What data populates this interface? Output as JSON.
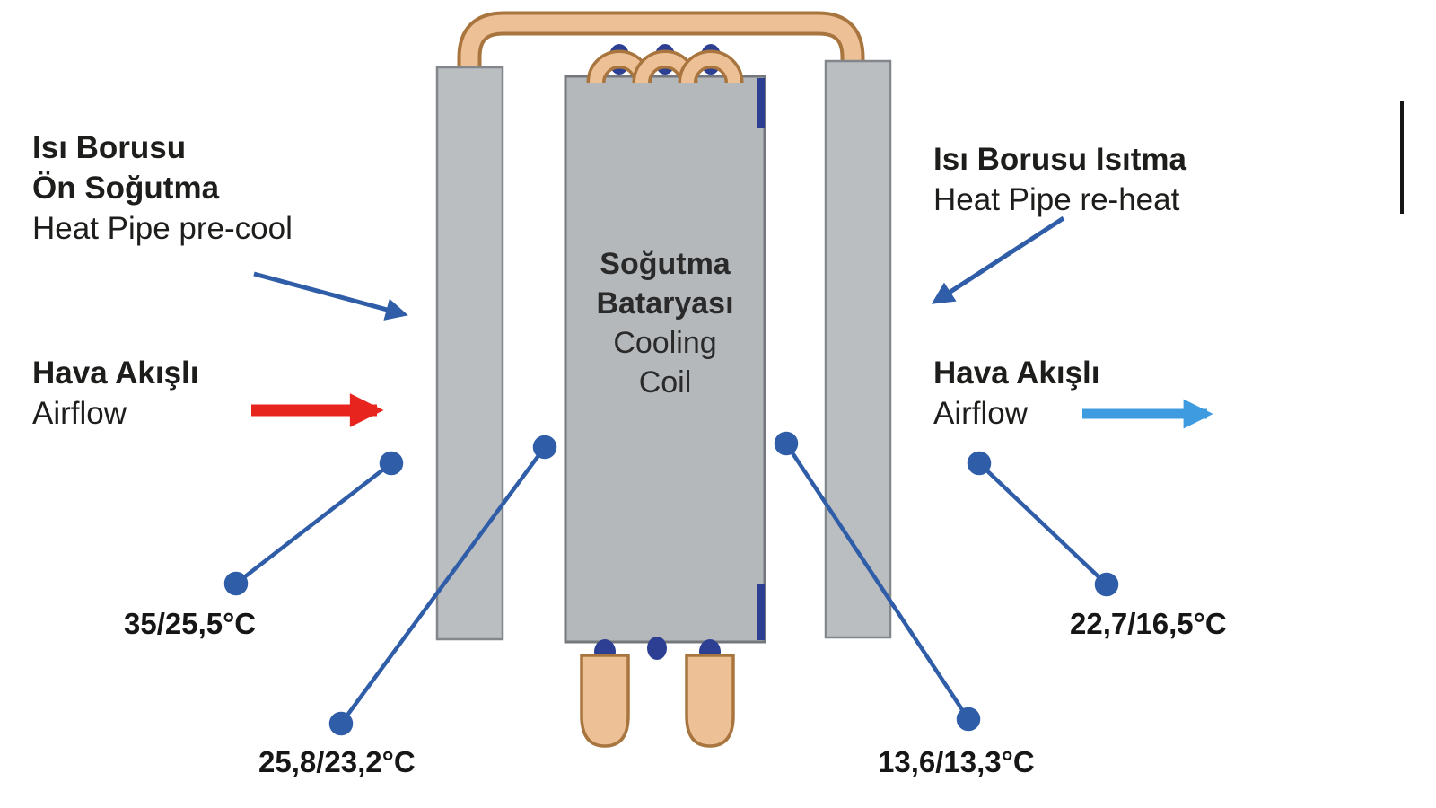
{
  "labels": {
    "precool": {
      "tr1": "Isı Borusu",
      "tr2": "Ön Soğutma",
      "en": "Heat Pipe pre-cool"
    },
    "airflow_in": {
      "tr": "Hava Akışlı",
      "en": "Airflow"
    },
    "reheat": {
      "tr": "Isı Borusu Isıtma",
      "en": "Heat Pipe re-heat"
    },
    "airflow_out": {
      "tr": "Hava Akışlı",
      "en": "Airflow"
    },
    "cooling_coil": {
      "tr1": "Soğutma",
      "tr2": "Bataryası",
      "en1": "Cooling",
      "en2": "Coil"
    }
  },
  "temperatures": {
    "inlet": "35/25,5°C",
    "after_precool": "25,8/23,2°C",
    "after_coil": "13,6/13,3°C",
    "outlet": "22,7/16,5°C"
  },
  "icons": {
    "airflow_in_arrow": "red-right-arrow",
    "airflow_out_arrow": "blue-right-arrow",
    "precool_pointer": "blue-diagonal-arrow",
    "reheat_pointer": "blue-diagonal-arrow",
    "callout_marker": "blue-dot"
  },
  "colors": {
    "background": "#ffffff",
    "panel_gray": "#babec1",
    "panel_border": "#83878b",
    "coil_gray": "#b4b8bb",
    "coil_border": "#74787c",
    "copper": "#edc096",
    "copper_border": "#a8753f",
    "navy": "#2c3f92",
    "callout_blue": "#2f5da8",
    "airflow_red": "#e8241e",
    "airflow_blue": "#3f9be0",
    "text": "#1d1d1b"
  }
}
